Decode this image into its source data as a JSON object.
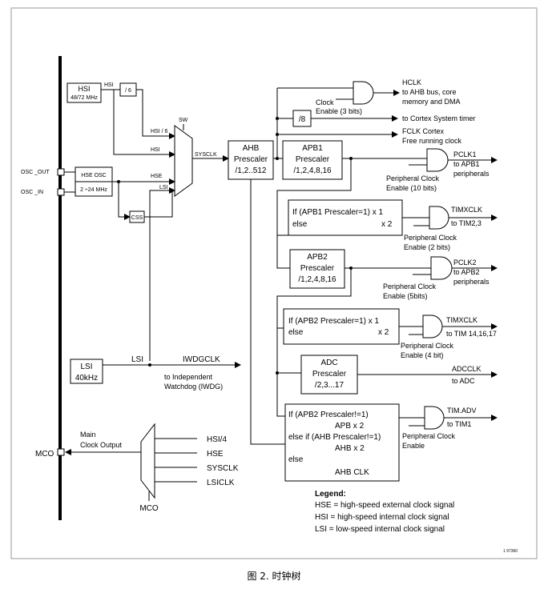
{
  "diagram": {
    "hsi_label": "HSI",
    "hsi_freq": "48/72 MHz",
    "hsi_line": "HSI",
    "div6": "/ 6",
    "sw": "SW",
    "hsi6_in": "HSI / 6",
    "hsi_in": "HSI",
    "hse_in": "HSE",
    "lsi_in": "LSI",
    "sysclk": "SYSCLK",
    "osc_out": "OSC _OUT",
    "osc_in": "OSC _IN",
    "hse_osc": "HSE OSC",
    "hse_freq": "2 ÷24 MHz",
    "css": "CSS",
    "ahb": [
      "AHB",
      "Prescaler",
      "/1,2..512"
    ],
    "hclk": [
      "HCLK",
      "to AHB bus, core",
      "memory and DMA"
    ],
    "clock_enable": [
      "Clock",
      "Enable (3 bits)"
    ],
    "div8": "/8",
    "cortex_timer": "to Cortex System timer",
    "fclk": [
      "FCLK Cortex",
      "Free running clock"
    ],
    "apb1": [
      "APB1",
      "Prescaler",
      "/1,2,4,8,16"
    ],
    "pclk1": [
      "PCLK1",
      "to APB1",
      "peripherals"
    ],
    "pce10": [
      "Peripheral Clock",
      "Enable (10 bits)"
    ],
    "apb1_if": [
      "If (APB1 Prescaler=1) x 1",
      "else",
      "x 2"
    ],
    "timxclk1": [
      "TIMXCLK",
      "to TIM2,3"
    ],
    "pce2": [
      "Peripheral Clock",
      "Enable (2 bits)"
    ],
    "apb2": [
      "APB2",
      "Prescaler",
      "/1,2,4,8,16"
    ],
    "pclk2": [
      "PCLK2",
      "to APB2",
      "peripherals"
    ],
    "pce5": [
      "Peripheral Clock",
      "Enable (5bits)"
    ],
    "apb2_if": [
      "If (APB2 Prescaler=1) x 1",
      "else",
      "x 2"
    ],
    "timxclk2": [
      "TIMXCLK",
      "to TIM 14,16,17"
    ],
    "pce4": [
      "Peripheral Clock",
      "Enable (4 bit)"
    ],
    "adc": [
      "ADC",
      "Prescaler",
      "/2,3...17"
    ],
    "adcclk": [
      "ADCCLK",
      "to ADC"
    ],
    "timadv_if": [
      "If (APB2 Prescaler!=1)",
      "APB x 2",
      "else if (AHB Prescaler!=1)",
      "AHB x 2",
      "else",
      "AHB CLK"
    ],
    "timadv": [
      "TIM.ADV",
      "to TIM1"
    ],
    "pce_adv": [
      "Peripheral Clock",
      "Enable"
    ],
    "lsi": [
      "LSI",
      "40kHz"
    ],
    "lsi_line": "LSI",
    "iwdgclk": [
      "IWDGCLK",
      "to Independent",
      "Watchdog (IWDG)"
    ],
    "mco_out": [
      "Main",
      "Clock Output"
    ],
    "mco_pin": "MCO",
    "mco_mux": "MCO",
    "mco_inputs": [
      "HSI/4",
      "HSE",
      "SYSCLK",
      "LSICLK"
    ],
    "legend_title": "Legend:",
    "legend": [
      "HSE = high-speed external clock signal",
      "HSI = high-speed internal clock signal",
      "LSI = low-speed internal clock signal"
    ],
    "fig_id": "1 97360"
  },
  "caption": "图 2. 时钟树"
}
